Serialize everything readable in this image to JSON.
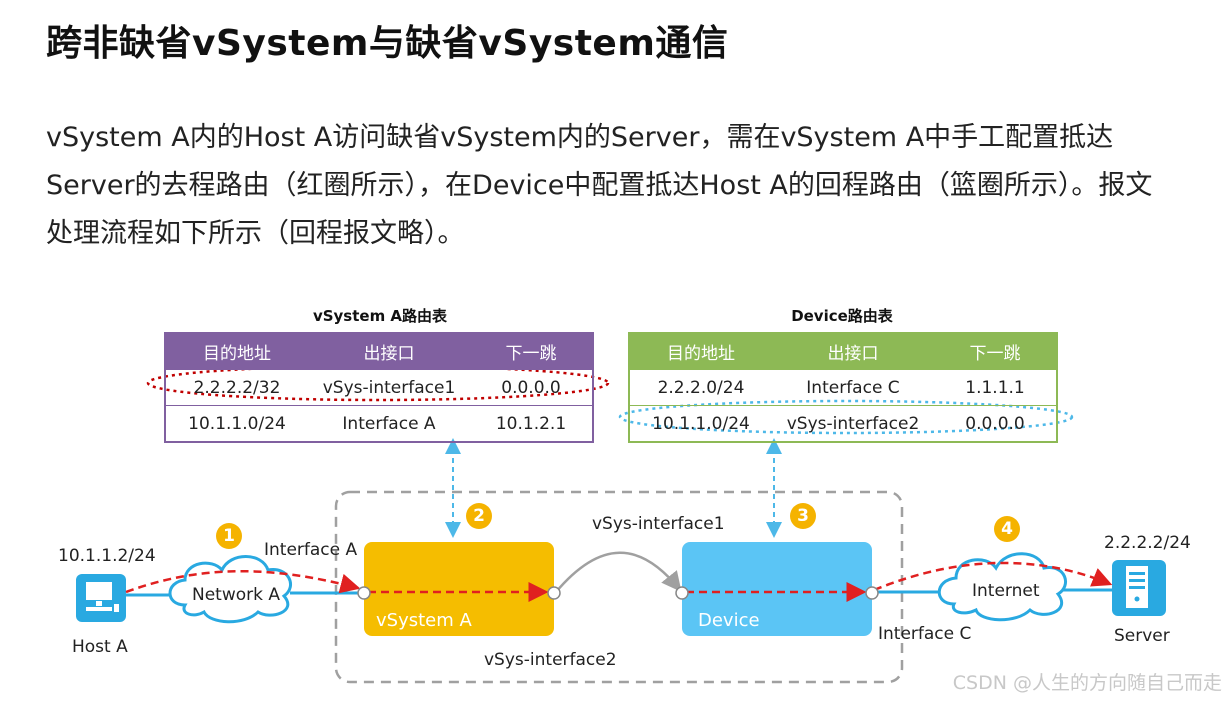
{
  "title": "跨非缺省vSystem与缺省vSystem通信",
  "description": [
    "vSystem A内的Host A访问缺省vSystem内的Server，需在vSystem A中手工配置抵达",
    "Server的去程路由（红圈所示），在Device中配置抵达Host A的回程路由（篮圈所示）。报文",
    "处理流程如下所示（回程报文略）。"
  ],
  "table_a": {
    "caption": "vSystem A路由表",
    "headers": [
      "目的地址",
      "出接口",
      "下一跳"
    ],
    "rows": [
      [
        "2.2.2.2/32",
        "vSys-interface1",
        "0.0.0.0"
      ],
      [
        "10.1.1.0/24",
        "Interface A",
        "10.1.2.1"
      ]
    ],
    "color": "#8060a0",
    "highlight_color": "#c00000"
  },
  "table_b": {
    "caption": "Device路由表",
    "headers": [
      "目的地址",
      "出接口",
      "下一跳"
    ],
    "rows": [
      [
        "2.2.2.0/24",
        "Interface C",
        "1.1.1.1"
      ],
      [
        "10.1.1.0/24",
        "vSys-interface2",
        "0.0.0.0"
      ]
    ],
    "color": "#8db955",
    "highlight_color": "#4db8e8"
  },
  "nodes": {
    "host_ip": "10.1.1.2/24",
    "host_name": "Host A",
    "network_a": "Network A",
    "interface_a": "Interface A",
    "vsystem_a": "vSystem A",
    "device": "Device",
    "vsys_if1": "vSys-interface1",
    "vsys_if2": "vSys-interface2",
    "interface_c": "Interface C",
    "internet": "Internet",
    "server_ip": "2.2.2.2/24",
    "server_name": "Server"
  },
  "steps": [
    "1",
    "2",
    "3",
    "4"
  ],
  "colors": {
    "vsystem_box": "#f5bd00",
    "device_box": "#5bc5f5",
    "link": "#29a9e1",
    "flow_arrow": "#e02020",
    "badge": "#f5b300"
  },
  "watermark": "CSDN @人生的方向随自己而走"
}
